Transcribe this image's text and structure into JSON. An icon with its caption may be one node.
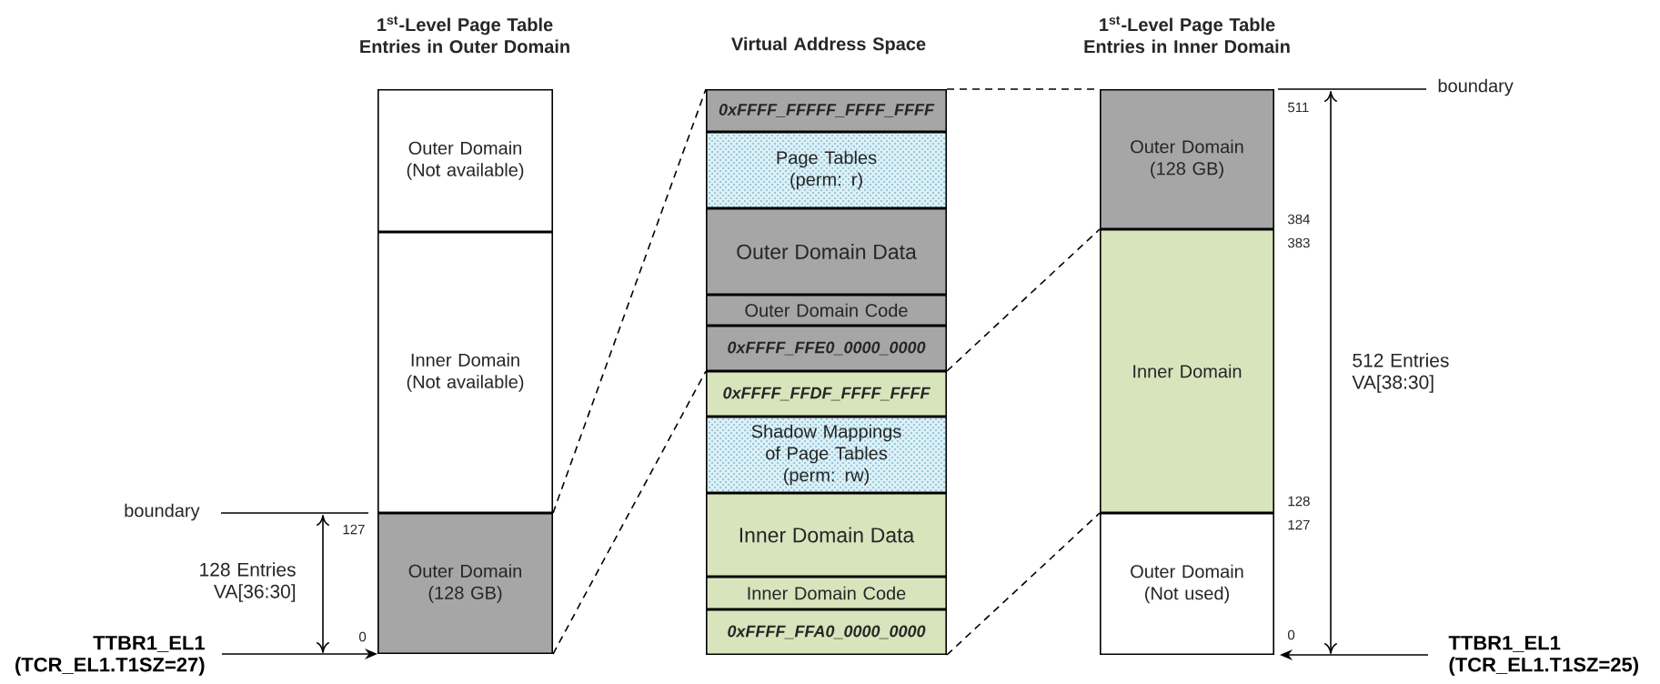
{
  "diagram": {
    "nodes": [
      {
        "text": [
          "Outer Domain (Not available)"
        ]
      },
      {
        "text": [
          "Inner Domain (Not available)"
        ]
      },
      {
        "text": [
          "Outer Domain (128 GB)"
        ]
      },
      {
        "text": [
          "TTBR1_EL1 (TCR_EL1.T1SZ=27)"
        ]
      },
      {
        "text": [
          "0xFFFF_FFFFF_FFFF_FFFF"
        ]
      },
      {
        "text": [
          "Page Tables (perm: r)"
        ]
      },
      {
        "text": [
          "Outer Domain Data"
        ]
      },
      {
        "text": [
          "Outer Domain Code"
        ]
      },
      {
        "text": [
          "0xFFFF_FFE0_0000_0000"
        ]
      },
      {
        "text": [
          "0xFFFF_FFDF_FFFF_FFFF"
        ]
      },
      {
        "text": [
          "Shadow Mappings of Page Tables (perm: rw)"
        ]
      },
      {
        "text": [
          "Inner Domain Data"
        ]
      },
      {
        "text": [
          "Inner Domain Code"
        ]
      },
      {
        "text": [
          "0xFFFF_FFA0_0000_0000"
        ]
      },
      {
        "text": [
          "Outer Domain (128 GB)"
        ]
      },
      {
        "text": [
          "Inner Domain"
        ]
      },
      {
        "text": [
          "Outer Domain (Not used)"
        ]
      },
      {
        "text": [
          "TTBR1_EL1 (TCR_EL1.T1SZ=25)"
        ]
      }
    ],
    "edges": [
      {
        "from": 3,
        "to": 2,
        "arrow": "to"
      },
      {
        "from": 17,
        "to": 16,
        "arrow": "to"
      },
      {
        "from": 2,
        "to": 4,
        "arrow": "none",
        "style": "dashed"
      },
      {
        "from": 2,
        "to": 8,
        "arrow": "none",
        "style": "dashed"
      },
      {
        "from": 4,
        "to": 14,
        "arrow": "none",
        "style": "dashed"
      },
      {
        "from": 9,
        "to": 15,
        "arrow": "none",
        "style": "dashed"
      },
      {
        "from": 13,
        "to": 15,
        "arrow": "none",
        "style": "dashed"
      }
    ],
    "labels": [
      "1$^{st}$-Level Page Table Entries in Outer Domain",
      "Virtual Address Space",
      "1$^{st}$-Level Page Table Entries in Inner Domain",
      "boundary",
      "511",
      "384",
      "383",
      "512 Entries VA[38:30]",
      "128",
      "127",
      "boundary",
      "127",
      "128 Entries VA[36:30]",
      "0",
      "0"
    ]
  }
}
